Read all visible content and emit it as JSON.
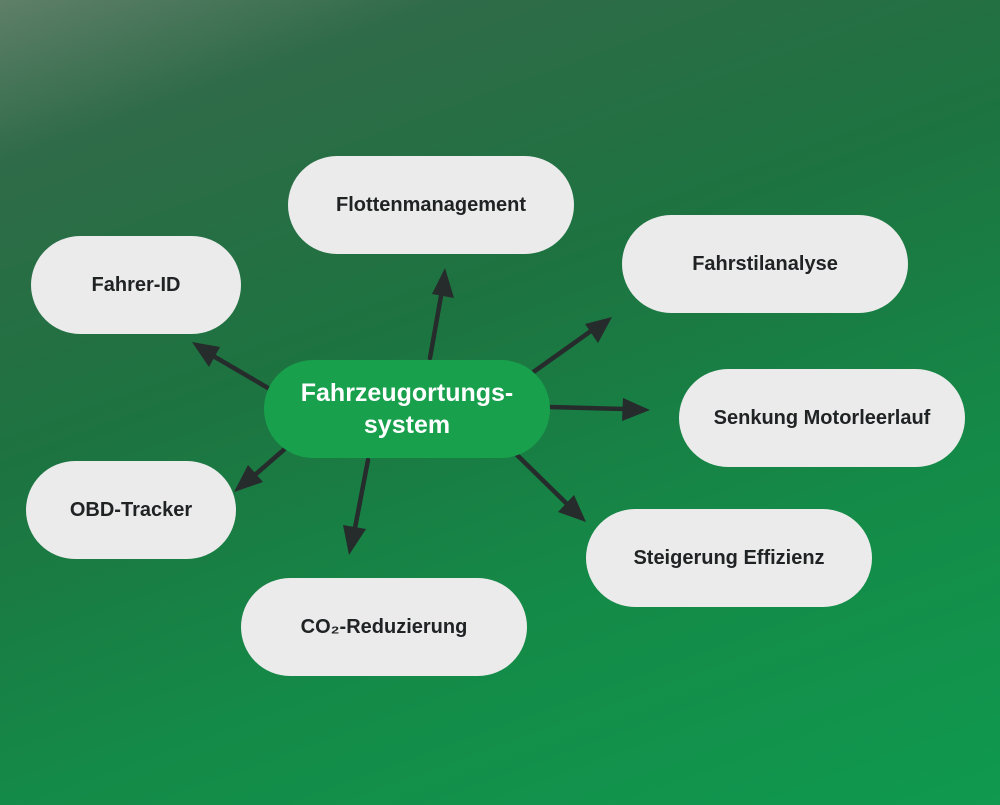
{
  "diagram": {
    "center": {
      "line1": "Fahrzeugortungs-",
      "line2": "system"
    },
    "nodes": {
      "flottenmanagement": "Flottenmanagement",
      "fahrstilanalyse": "Fahrstilanalyse",
      "senkung_motorleerlauf": "Senkung Motorleerlauf",
      "steigerung_effizienz": "Steigerung Effizienz",
      "co2_reduzierung": "CO₂-Reduzierung",
      "obd_tracker": "OBD-Tracker",
      "fahrer_id": "Fahrer-ID"
    },
    "colors": {
      "background_start": "#5f7f69",
      "background_end": "#10994f",
      "center_fill": "#18a04c",
      "node_fill": "#ebebeb",
      "arrow": "#262b2c"
    }
  }
}
